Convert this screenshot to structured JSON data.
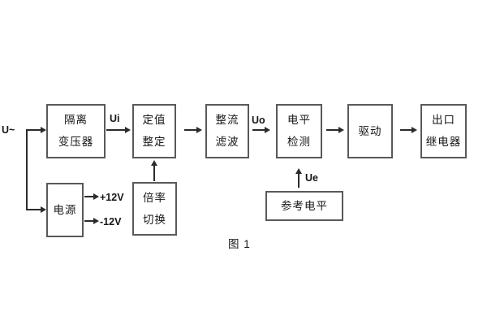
{
  "figure": {
    "caption": "图 1"
  },
  "theme": {
    "background": "#ffffff",
    "line": "#2b2b2b",
    "border": "#58595b",
    "text": "#161616"
  },
  "blocks": [
    {
      "name": "isolation-transformer",
      "lines": [
        "隔离",
        "变压器"
      ]
    },
    {
      "name": "value-setting",
      "lines": [
        "定值",
        "整定"
      ]
    },
    {
      "name": "rectify-filter",
      "lines": [
        "整流",
        "滤波"
      ]
    },
    {
      "name": "level-detection",
      "lines": [
        "电平",
        "检测"
      ]
    },
    {
      "name": "drive",
      "lines": [
        "驱动"
      ]
    },
    {
      "name": "output-relay",
      "lines": [
        "出口",
        "继电器"
      ]
    },
    {
      "name": "power-supply",
      "lines": [
        "电源"
      ]
    },
    {
      "name": "ratio-switch",
      "lines": [
        "倍率",
        "切换"
      ]
    },
    {
      "name": "reference-level",
      "lines": [
        "参考电平"
      ]
    }
  ],
  "labels": {
    "input": "U~",
    "ui": "Ui",
    "uo": "Uo",
    "ue": "Ue",
    "v_plus": "+12V",
    "v_minus": "-12V"
  }
}
